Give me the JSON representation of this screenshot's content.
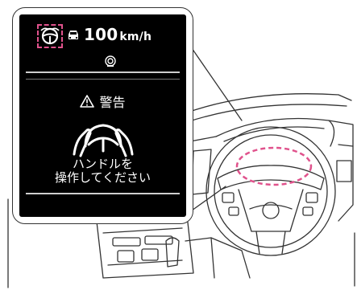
{
  "display": {
    "speed_value": "100",
    "speed_unit": "km/h",
    "warning_label": "警告",
    "message_line1": "ハンドルを",
    "message_line2": "操作してください"
  },
  "icons": {
    "assist": "steering-assist-icon",
    "vehicle": "preceding-vehicle-icon",
    "radar": "radar-sensor-icon",
    "warning": "warning-triangle-icon",
    "hands": "hands-on-wheel-icon"
  },
  "colors": {
    "highlight": "#e0528c",
    "display_bg": "#000000",
    "line_art": "#333333"
  }
}
